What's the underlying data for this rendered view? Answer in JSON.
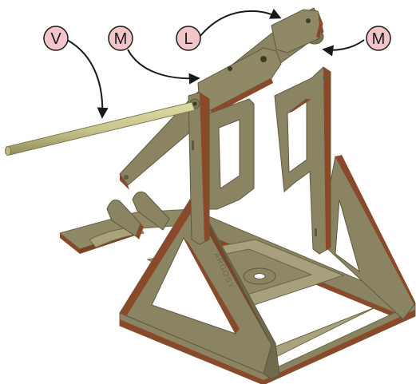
{
  "callouts": [
    {
      "id": "v",
      "label": "V"
    },
    {
      "id": "m1",
      "label": "M"
    },
    {
      "id": "l",
      "label": "L"
    },
    {
      "id": "m2",
      "label": "M"
    }
  ],
  "engraving": "ARGOSY",
  "colors": {
    "callout_fill": "#f2c6c8",
    "callout_stroke": "#1a1a1a",
    "arrow": "#1a1a1a",
    "plywood_face": "#8a8462",
    "plywood_shadow": "#6f6a4e",
    "plywood_light": "#a7a17b",
    "plywood_edge": "#8a4a2a",
    "dowel": "#c9c68f",
    "dowel_shadow": "#9d9a66"
  }
}
